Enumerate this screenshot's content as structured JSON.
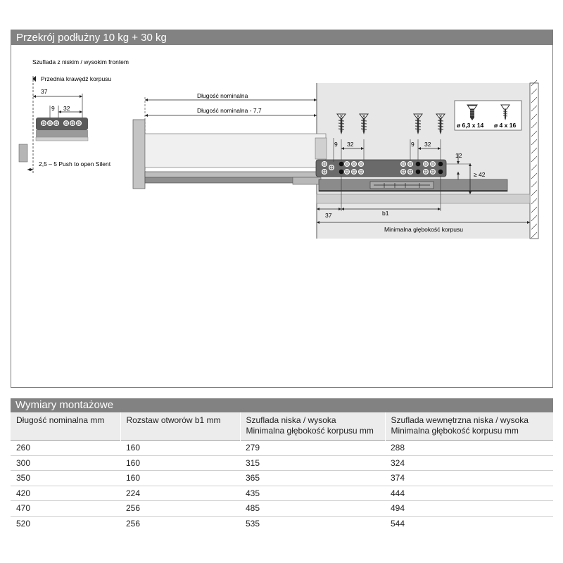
{
  "section1": {
    "title": "Przekrój podłużny 10 kg + 30 kg"
  },
  "drawing": {
    "label_drawer_type": "Szuflada z niskim / wysokim frontem",
    "label_front_edge": "Przednia krawędź korpusu",
    "dim_37_left": "37",
    "dim_9_left": "9",
    "dim_32_left": "32",
    "label_push": "2,5 – 5 Push to open Silent",
    "label_nominal": "Długość nominalna",
    "label_nominal_minus": "Długość nominalna - 7,7",
    "dim_9_a": "9",
    "dim_32_a": "32",
    "dim_9_b": "9",
    "dim_32_b": "32",
    "dim_12": "12",
    "dim_ge42": "≥ 42",
    "dim_37_main": "37",
    "dim_b1": "b1",
    "label_min_depth": "Minimalna głębokość korpusu",
    "screw1": "ø 6,3 x 14",
    "screw2": "ø 4 x 16"
  },
  "section2": {
    "title": "Wymiary montażowe"
  },
  "table": {
    "headers": [
      [
        "Długość nominalna mm",
        ""
      ],
      [
        "Rozstaw otworów b1 mm",
        ""
      ],
      [
        "Szuflada niska / wysoka",
        "Minimalna głębokość korpusu mm"
      ],
      [
        "Szuflada wewnętrzna niska / wysoka",
        "Minimalna głębokość korpusu mm"
      ]
    ],
    "rows": [
      [
        "260",
        "160",
        "279",
        "288"
      ],
      [
        "300",
        "160",
        "315",
        "324"
      ],
      [
        "350",
        "160",
        "365",
        "374"
      ],
      [
        "420",
        "224",
        "435",
        "444"
      ],
      [
        "470",
        "256",
        "485",
        "494"
      ],
      [
        "520",
        "256",
        "535",
        "544"
      ]
    ]
  }
}
